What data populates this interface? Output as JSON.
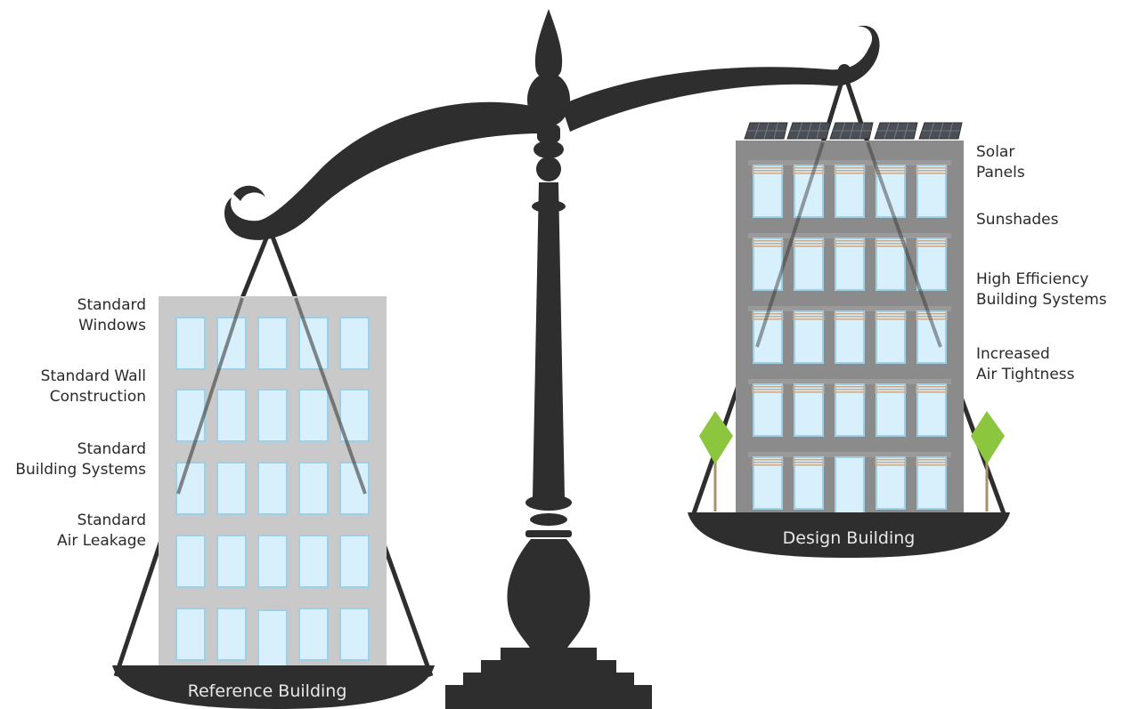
{
  "reference": {
    "pan_label": "Reference Building",
    "features": [
      {
        "line1": "Standard",
        "line2": "Windows"
      },
      {
        "line1": "Standard Wall",
        "line2": "Construction"
      },
      {
        "line1": "Standard",
        "line2": "Building Systems"
      },
      {
        "line1": "Standard",
        "line2": "Air Leakage"
      }
    ]
  },
  "design": {
    "pan_label": "Design Building",
    "features": [
      {
        "line1": "Solar",
        "line2": "Panels"
      },
      {
        "line1": "Sunshades",
        "line2": ""
      },
      {
        "line1": "High Efficiency",
        "line2": "Building Systems"
      },
      {
        "line1": "Increased",
        "line2": "Air Tightness"
      }
    ]
  },
  "colors": {
    "scale": "#2e2e2e",
    "reference_building": "#c9c9c9",
    "design_building": "#8b8b8b",
    "window": "#d7f0fb",
    "window_frame": "#9ecfe6",
    "tree": "#8cc63f",
    "sunshade": "#c9a98a"
  }
}
